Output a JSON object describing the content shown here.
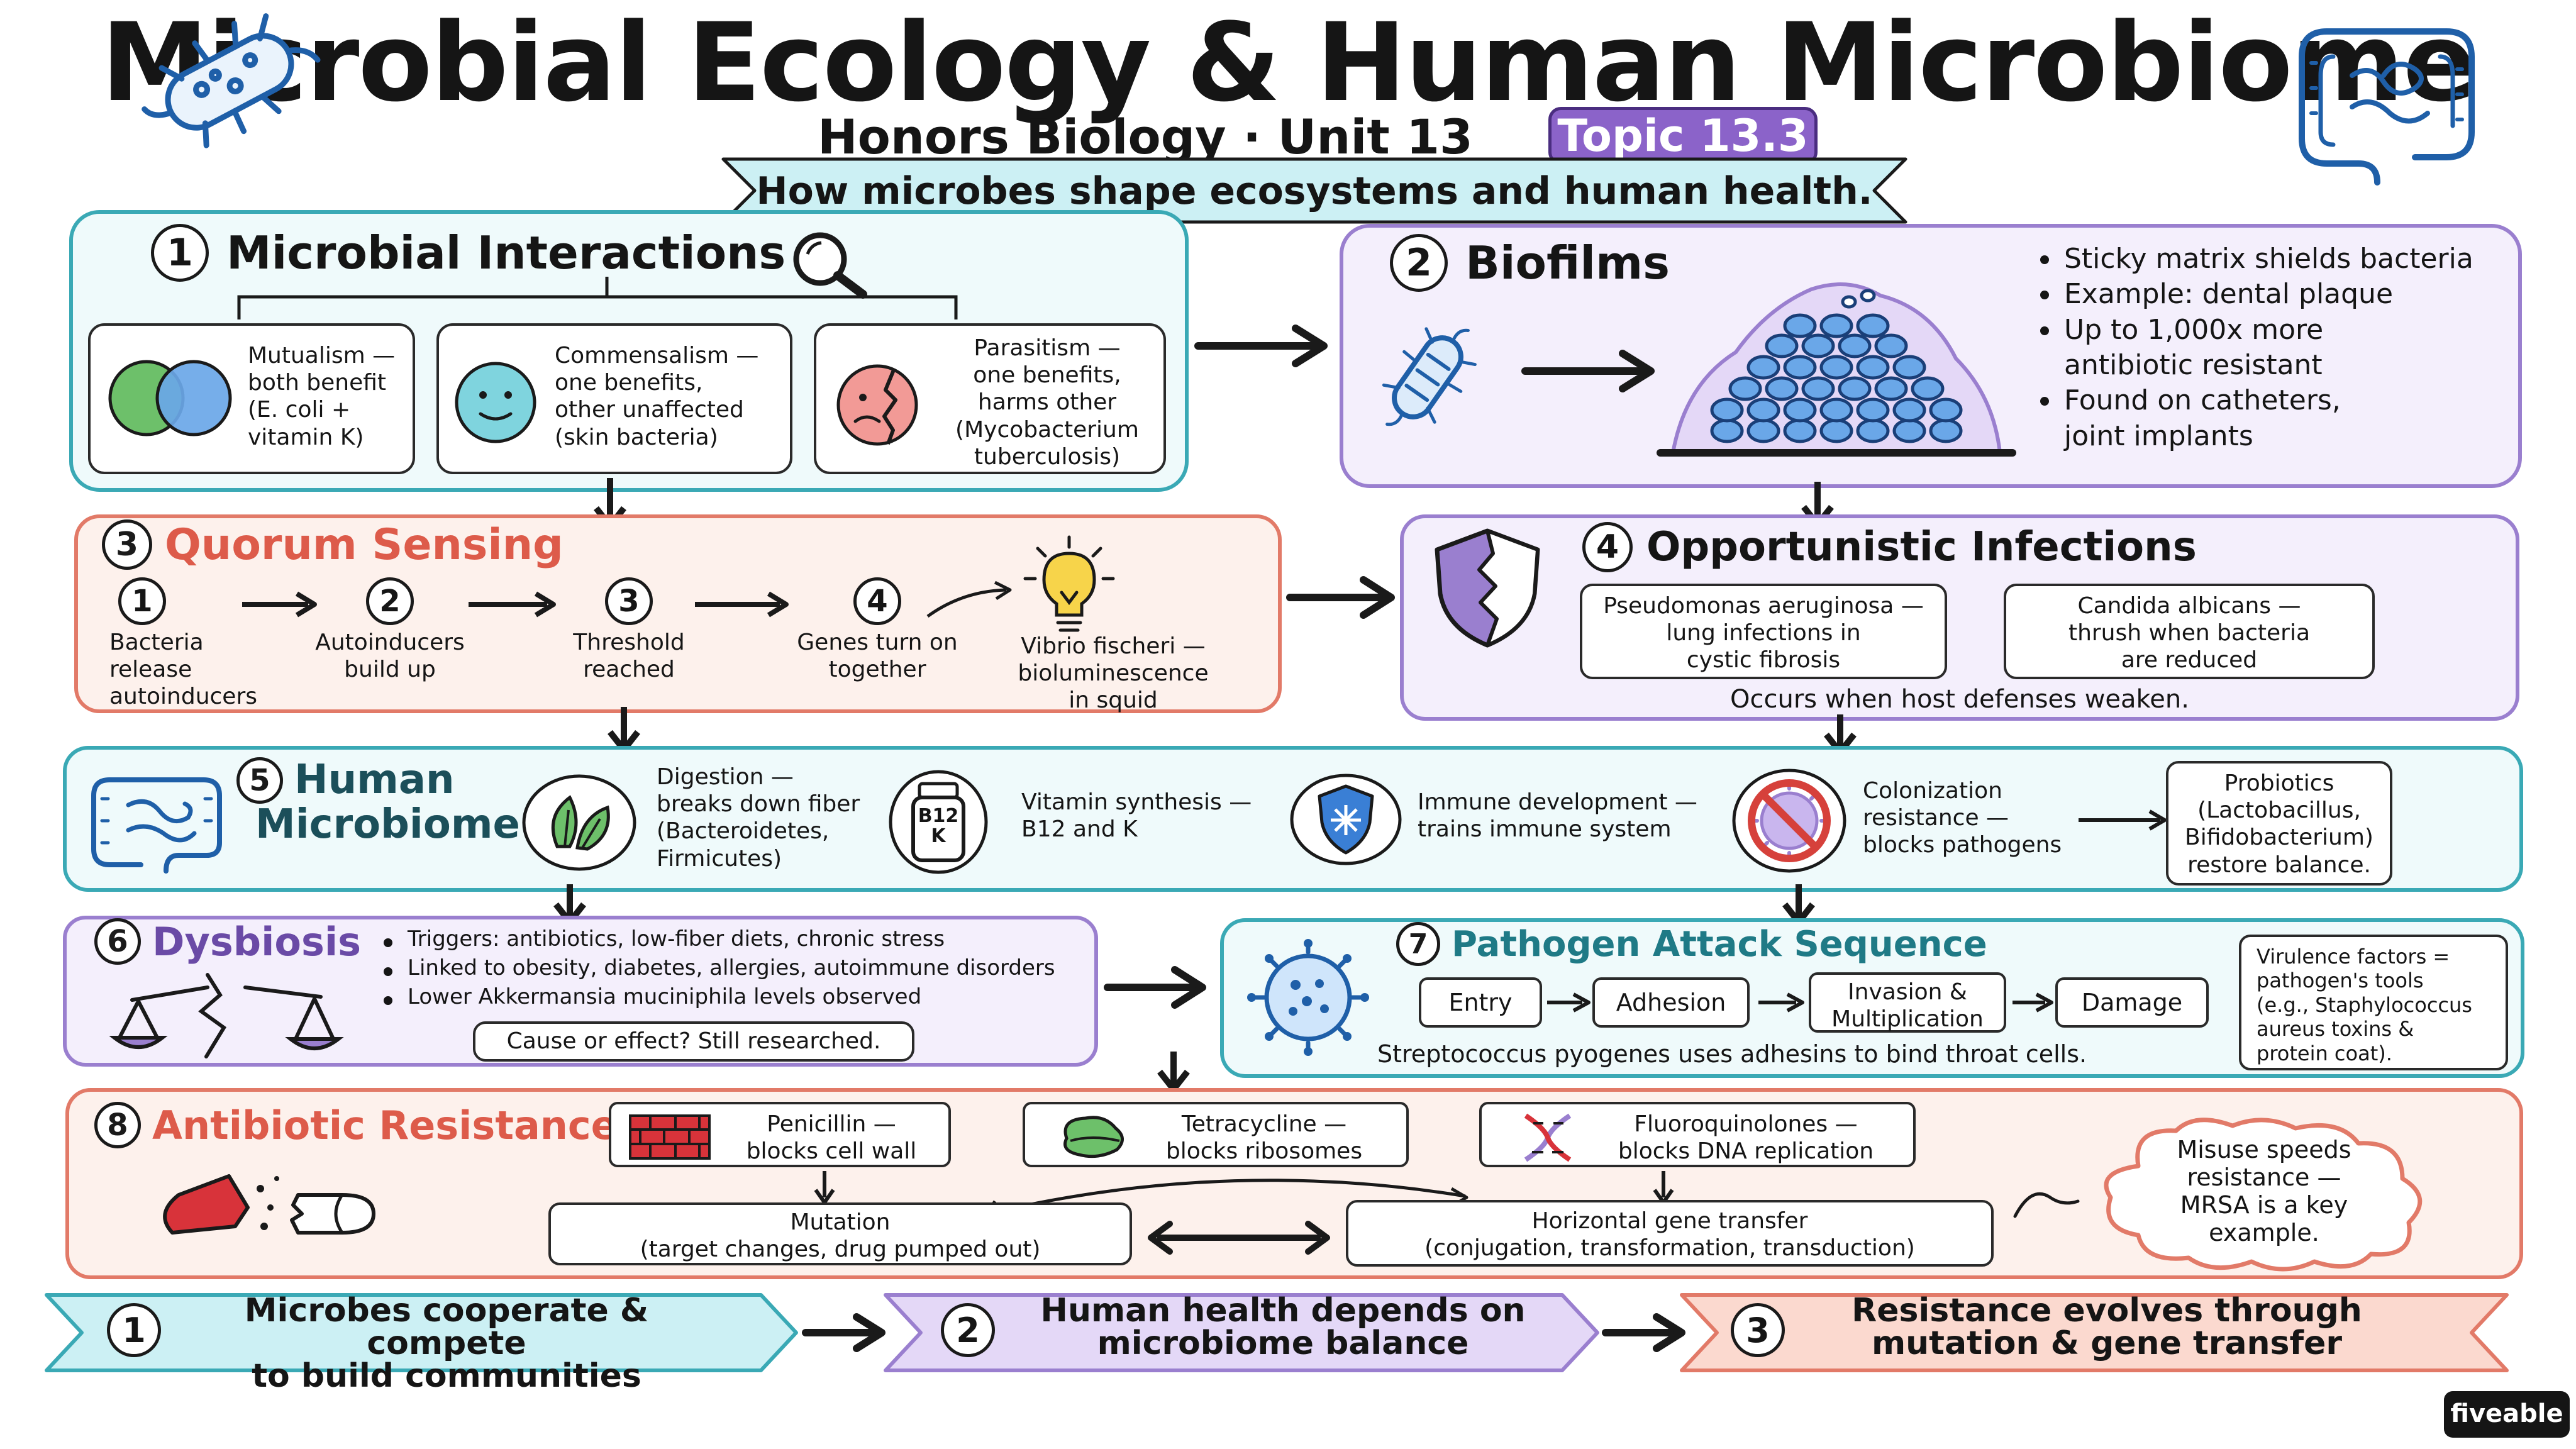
{
  "header": {
    "title": "Microbial Ecology & Human Microbiome",
    "subtitle": "Honors Biology · Unit 13",
    "topic_badge": "Topic 13.3",
    "banner": "How microbes shape ecosystems and human health."
  },
  "section1": {
    "number": "1",
    "title": "Microbial Interactions",
    "cards": [
      {
        "lines": [
          "Mutualism —",
          "both benefit",
          "(E. coli +",
          "vitamin K)"
        ]
      },
      {
        "lines": [
          "Commensalism —",
          "one benefits,",
          "other unaffected",
          "(skin bacteria)"
        ]
      },
      {
        "lines": [
          "Parasitism —",
          "one benefits,",
          "harms other",
          "(Mycobacterium",
          "tuberculosis)"
        ]
      }
    ]
  },
  "section2": {
    "number": "2",
    "title": "Biofilms",
    "bullets": [
      [
        "Sticky matrix shields bacteria"
      ],
      [
        "Example: dental plaque"
      ],
      [
        "Up to 1,000x more",
        "antibiotic resistant"
      ],
      [
        "Found on catheters,",
        "joint implants"
      ]
    ]
  },
  "section3": {
    "number": "3",
    "title": "Quorum Sensing",
    "steps": [
      {
        "num": "1",
        "lines": [
          "Bacteria",
          "release",
          "autoinducers"
        ]
      },
      {
        "num": "2",
        "lines": [
          "Autoinducers",
          "build up"
        ]
      },
      {
        "num": "3",
        "lines": [
          "Threshold",
          "reached"
        ]
      },
      {
        "num": "4",
        "lines": [
          "Genes turn on",
          "together"
        ]
      }
    ],
    "example": [
      "Vibrio fischeri —",
      "bioluminescence",
      "in squid"
    ]
  },
  "section4": {
    "number": "4",
    "title": "Opportunistic Infections",
    "cards": [
      {
        "lines": [
          "Pseudomonas aeruginosa —",
          "lung infections in",
          "cystic fibrosis"
        ]
      },
      {
        "lines": [
          "Candida albicans —",
          "thrush when bacteria",
          "are reduced"
        ]
      }
    ],
    "note": "Occurs when host defenses weaken."
  },
  "section5": {
    "number": "5",
    "title_lines": [
      "Human",
      "Microbiome"
    ],
    "items": [
      {
        "lines": [
          "Digestion —",
          "breaks down fiber",
          "(Bacteroidetes,",
          "Firmicutes)"
        ]
      },
      {
        "lines": [
          "Vitamin synthesis —",
          "B12 and K"
        ]
      },
      {
        "lines": [
          "Immune development —",
          "trains immune system"
        ]
      },
      {
        "lines": [
          "Colonization",
          "resistance —",
          "blocks pathogens"
        ]
      }
    ],
    "b12_label": "B12",
    "k_label": "K",
    "probiotics": [
      "Probiotics",
      "(Lactobacillus,",
      "Bifidobacterium)",
      "restore balance."
    ]
  },
  "section6": {
    "number": "6",
    "title": "Dysbiosis",
    "bullets": [
      "Triggers: antibiotics, low-fiber diets, chronic stress",
      "Linked to obesity, diabetes, allergies, autoimmune disorders",
      "Lower Akkermansia muciniphila levels observed"
    ],
    "note": "Cause or effect? Still researched."
  },
  "section7": {
    "number": "7",
    "title": "Pathogen Attack Sequence",
    "steps": [
      {
        "lines": [
          "Entry"
        ]
      },
      {
        "lines": [
          "Adhesion"
        ]
      },
      {
        "lines": [
          "Invasion &",
          "Multiplication"
        ]
      },
      {
        "lines": [
          "Damage"
        ]
      }
    ],
    "note": "Streptococcus pyogenes uses adhesins to bind throat cells.",
    "side": [
      "Virulence factors =",
      "pathogen's tools",
      "(e.g., Staphylococcus",
      "aureus toxins &",
      "protein coat)."
    ]
  },
  "section8": {
    "number": "8",
    "title": "Antibiotic Resistance",
    "drugs": [
      {
        "lines": [
          "Penicillin —",
          "blocks cell wall"
        ]
      },
      {
        "lines": [
          "Tetracycline —",
          "blocks ribosomes"
        ]
      },
      {
        "lines": [
          "Fluoroquinolones —",
          "blocks DNA replication"
        ]
      }
    ],
    "mutation": [
      "Mutation",
      "(target changes, drug pumped out)"
    ],
    "hgt": [
      "Horizontal gene transfer",
      "(conjugation, transformation, transduction)"
    ],
    "cloud": [
      "Misuse speeds",
      "resistance —",
      "MRSA is a key",
      "example."
    ]
  },
  "summary": [
    {
      "num": "1",
      "lines": [
        "Microbes cooperate & compete",
        "to build communities"
      ]
    },
    {
      "num": "2",
      "lines": [
        "Human health depends on",
        "microbiome balance"
      ]
    },
    {
      "num": "3",
      "lines": [
        "Resistance evolves through",
        "mutation & gene transfer"
      ]
    }
  ],
  "brand": "fiveable",
  "colors": {
    "teal": "#3aa9b5",
    "coral": "#e27a68",
    "violet": "#9a7fcf",
    "topic_badge": "#8b63c9",
    "dark": "#151515"
  }
}
